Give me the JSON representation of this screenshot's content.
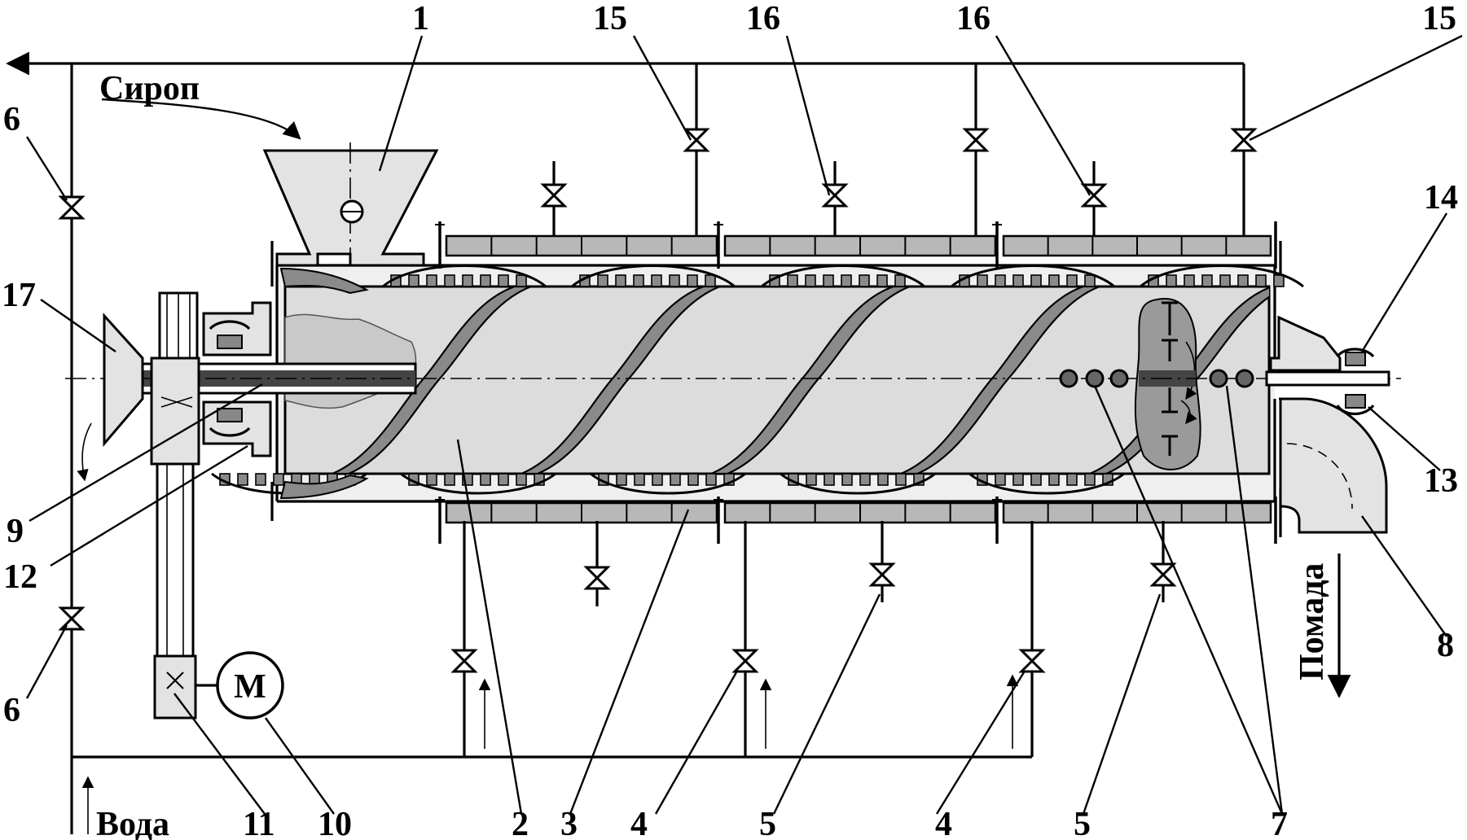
{
  "labels": {
    "syrup": "Сироп",
    "water": "Вода",
    "fondant": "Помада"
  },
  "callouts": [
    "1",
    "2",
    "3",
    "4",
    "4",
    "5",
    "5",
    "6",
    "6",
    "7",
    "8",
    "9",
    "10",
    "11",
    "12",
    "13",
    "14",
    "15",
    "15",
    "16",
    "16",
    "17"
  ],
  "motor": {
    "symbol": "M"
  },
  "colors": {
    "ink": "#000000",
    "light_fill": "#e3e3e3",
    "jacket_fill": "#b8b8b8",
    "flight_fill": "#8a8a8a",
    "pipe_fill": "#555555"
  }
}
